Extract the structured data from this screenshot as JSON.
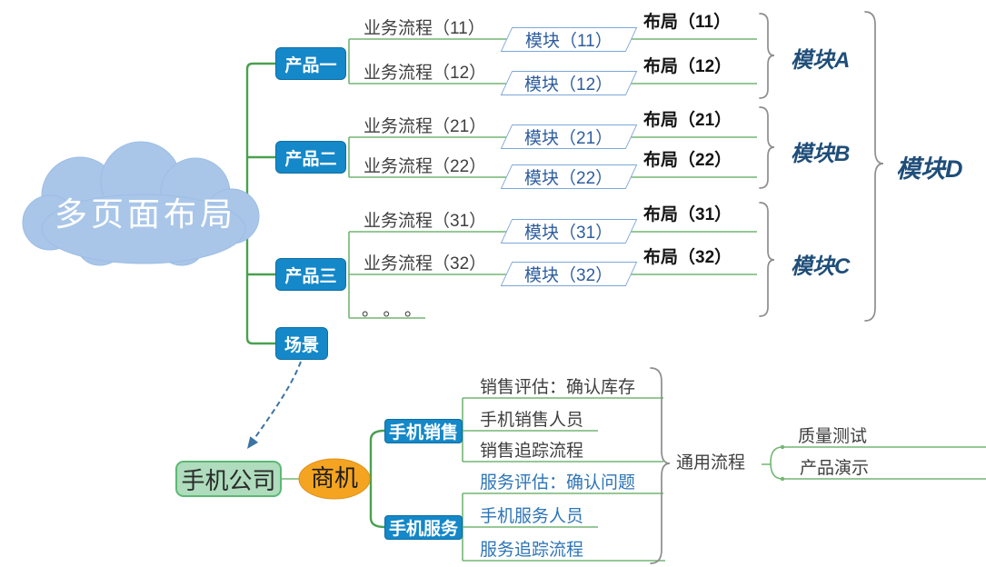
{
  "colors": {
    "node_blue": "#1488c8",
    "node_text": "#ffffff",
    "line_green": "#74b674",
    "trunk_green": "#4aa050",
    "cloud_fill": "#a9c6e9",
    "cloud_edge": "#9cbde4",
    "para_border": "#7da7d9",
    "para_text": "#2e5d9e",
    "group_label": "#1f4e79",
    "brace_gray": "#8e8e8e",
    "text_dark": "#3f3f3f",
    "text_black": "#141414",
    "child_blue": "#2e75b6",
    "company_fill": "#aedcbc",
    "company_border": "#5cb874",
    "company_text": "#2a2a2a",
    "opportunity_fill": "#f5a422",
    "arrow_blue": "#3c74a6"
  },
  "top_map": {
    "root_label": "多页面布局",
    "scene_label": "场景",
    "big_group_label": "模块D",
    "products": [
      {
        "label": "产品一",
        "group_label": "模块A",
        "rows": [
          {
            "flow": "业务流程（11）",
            "module": "模块（11）",
            "layout": "布局（11）"
          },
          {
            "flow": "业务流程（12）",
            "module": "模块（12）",
            "layout": "布局（12）"
          }
        ]
      },
      {
        "label": "产品二",
        "group_label": "模块B",
        "rows": [
          {
            "flow": "业务流程（21）",
            "module": "模块（21）",
            "layout": "布局（21）"
          },
          {
            "flow": "业务流程（22）",
            "module": "模块（22）",
            "layout": "布局（22）"
          }
        ]
      },
      {
        "label": "产品三",
        "group_label": "模块C",
        "ellipsis": "。。。",
        "rows": [
          {
            "flow": "业务流程（31）",
            "module": "模块（31）",
            "layout": "布局（31）"
          },
          {
            "flow": "业务流程（32）",
            "module": "模块（32）",
            "layout": "布局（32）"
          }
        ]
      }
    ]
  },
  "bottom_map": {
    "company_label": "手机公司",
    "opportunity_label": "商机",
    "branches": [
      {
        "label": "手机销售",
        "items": [
          "销售评估：确认库存",
          "手机销售人员",
          "销售追踪流程"
        ]
      },
      {
        "label": "手机服务",
        "items": [
          "服务评估：确认问题",
          "手机服务人员",
          "服务追踪流程"
        ]
      }
    ],
    "common_label": "通用流程",
    "common_items": [
      "质量测试",
      "产品演示"
    ]
  }
}
